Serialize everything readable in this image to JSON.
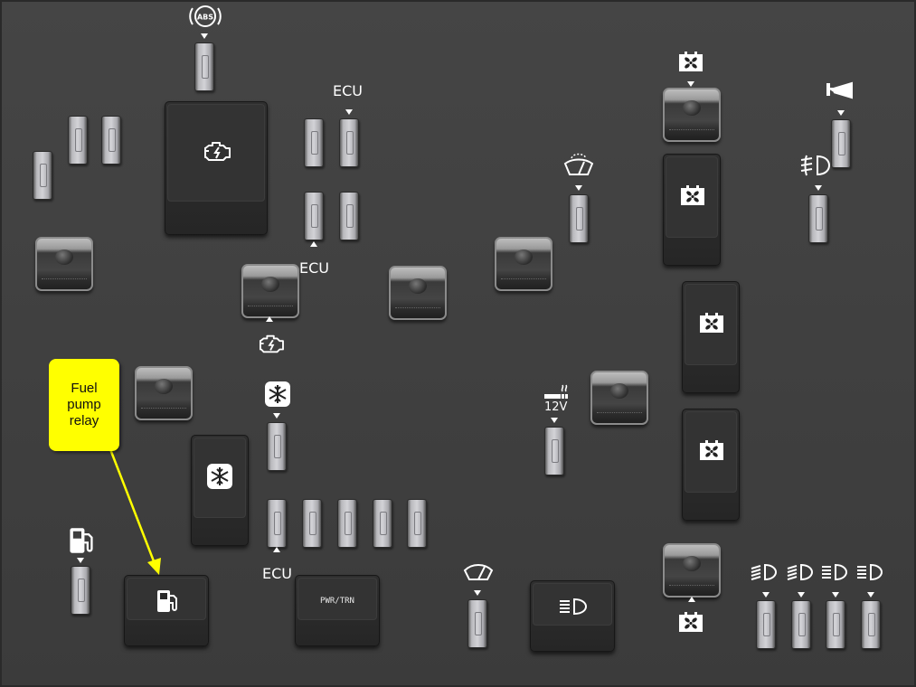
{
  "diagram": {
    "labels": {
      "ecu_top": "ECU",
      "ecu_mid": "ECU",
      "ecu_bottom": "ECU",
      "accessory_voltage": "12V",
      "abs_text": "ABS",
      "relay_text": "PWR/TRN"
    },
    "callout": {
      "text": "Fuel\npump\nrelay"
    },
    "icons": {
      "abs": "abs-icon",
      "engine": "engine-icon",
      "fan": "fan-icon",
      "snowflake": "ac-snowflake-icon",
      "fuel": "fuel-pump-icon",
      "horn": "horn-icon",
      "fog_light": "fog-light-icon",
      "wiper": "wiper-icon",
      "washer": "washer-icon",
      "cigarette": "cigarette-lighter-icon",
      "headlight": "headlight-icon"
    },
    "colors": {
      "background": "#404040",
      "callout": "#ffff00",
      "pointer": "#ffff00",
      "text": "#ffffff"
    }
  }
}
